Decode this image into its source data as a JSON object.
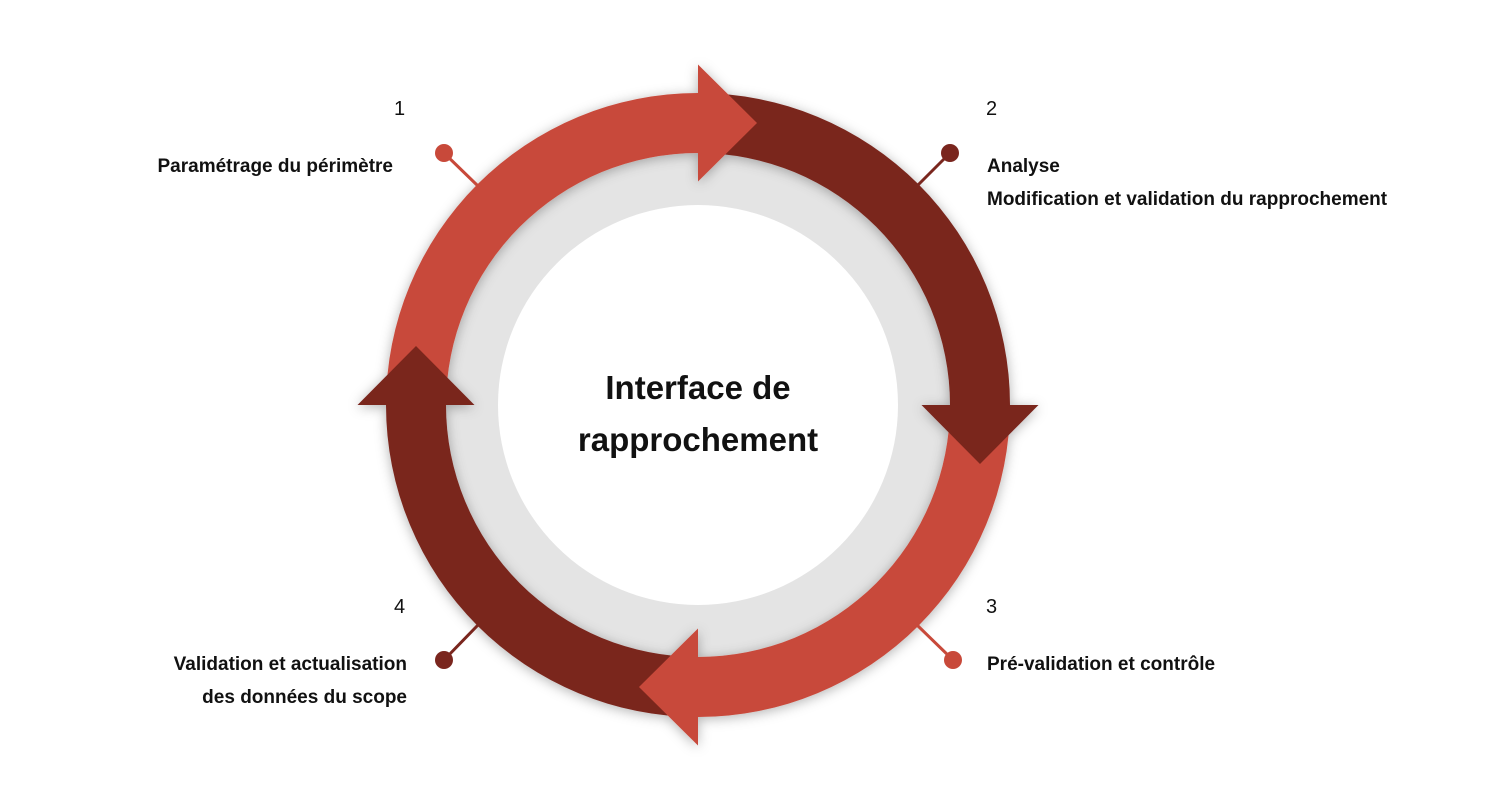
{
  "title_lines": [
    "Interface de",
    "rapprochement"
  ],
  "colors": {
    "light": "#C8493A",
    "dark": "#7A261E",
    "ring": "#E4E4E4"
  },
  "steps": [
    {
      "number": "1",
      "lines": [
        "Paramétrage du périmètre"
      ],
      "color": "light"
    },
    {
      "number": "2",
      "lines": [
        "Analyse",
        "Modification et validation du rapprochement"
      ],
      "color": "dark"
    },
    {
      "number": "3",
      "lines": [
        "Pré-validation et contrôle"
      ],
      "color": "light"
    },
    {
      "number": "4",
      "lines": [
        "Validation et actualisation",
        "des données du scope"
      ],
      "color": "dark"
    }
  ]
}
